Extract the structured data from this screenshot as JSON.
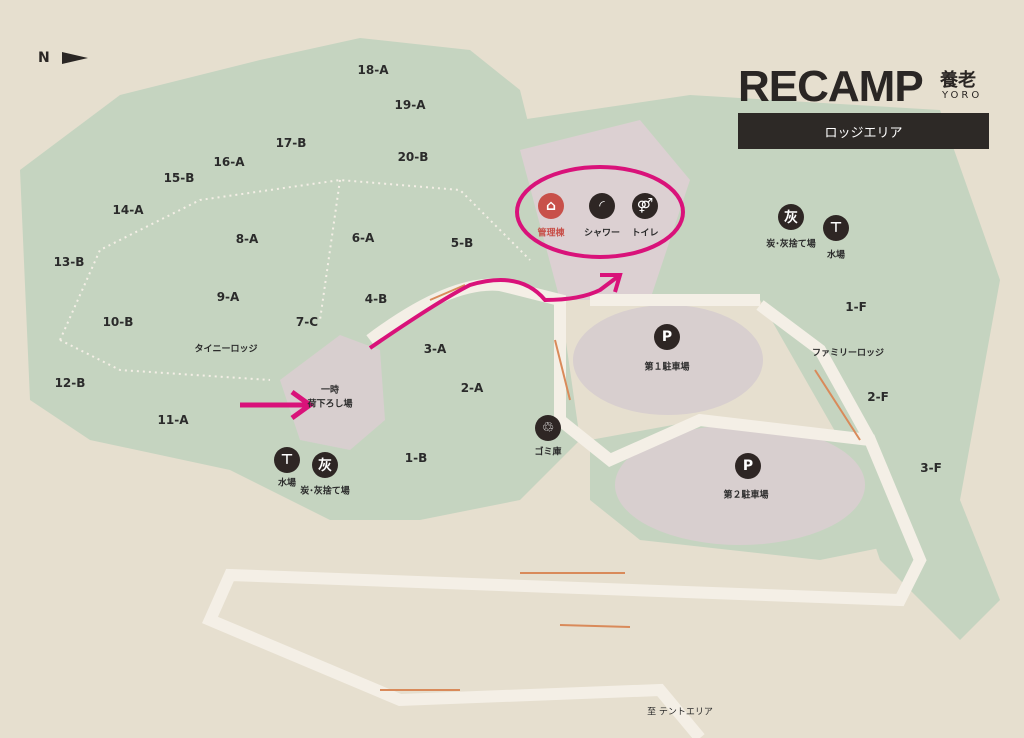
{
  "header": {
    "logo": "RECAMP",
    "logo_jp": "養老",
    "logo_en": "YORO",
    "area": "ロッジエリア",
    "north": "N"
  },
  "lodges": [
    "18-A",
    "19-A",
    "17-B",
    "16-A",
    "15-B",
    "20-B",
    "14-A",
    "8-A",
    "6-A",
    "5-B",
    "13-B",
    "9-A",
    "4-B",
    "10-B",
    "7-C",
    "3-A",
    "12-B",
    "2-A",
    "11-A",
    "1-B",
    "1-F",
    "2-F",
    "3-F"
  ],
  "areas": {
    "tiny": "タイニーロッジ",
    "family": "ファミリーロッジ",
    "parking1": "第１駐車場",
    "parking2": "第２駐車場",
    "unload_1": "一時",
    "unload_2": "荷下ろし場",
    "tent": "至 テントエリア"
  },
  "facilities": {
    "office": "管理棟",
    "shower": "シャワー",
    "toilet": "トイレ",
    "trash": "ゴミ庫",
    "water": "水場",
    "ash": "炭･灰捨て場",
    "ash_glyph": "灰",
    "parking_glyph": "P"
  },
  "colors": {
    "paper": "#e6dfcf",
    "green": "#c5d4c0",
    "parking": "#d8cfcf",
    "road": "#f4efe6",
    "arrow": "#d98a5a",
    "highlight": "#d9127a",
    "office": "#c8504a"
  }
}
